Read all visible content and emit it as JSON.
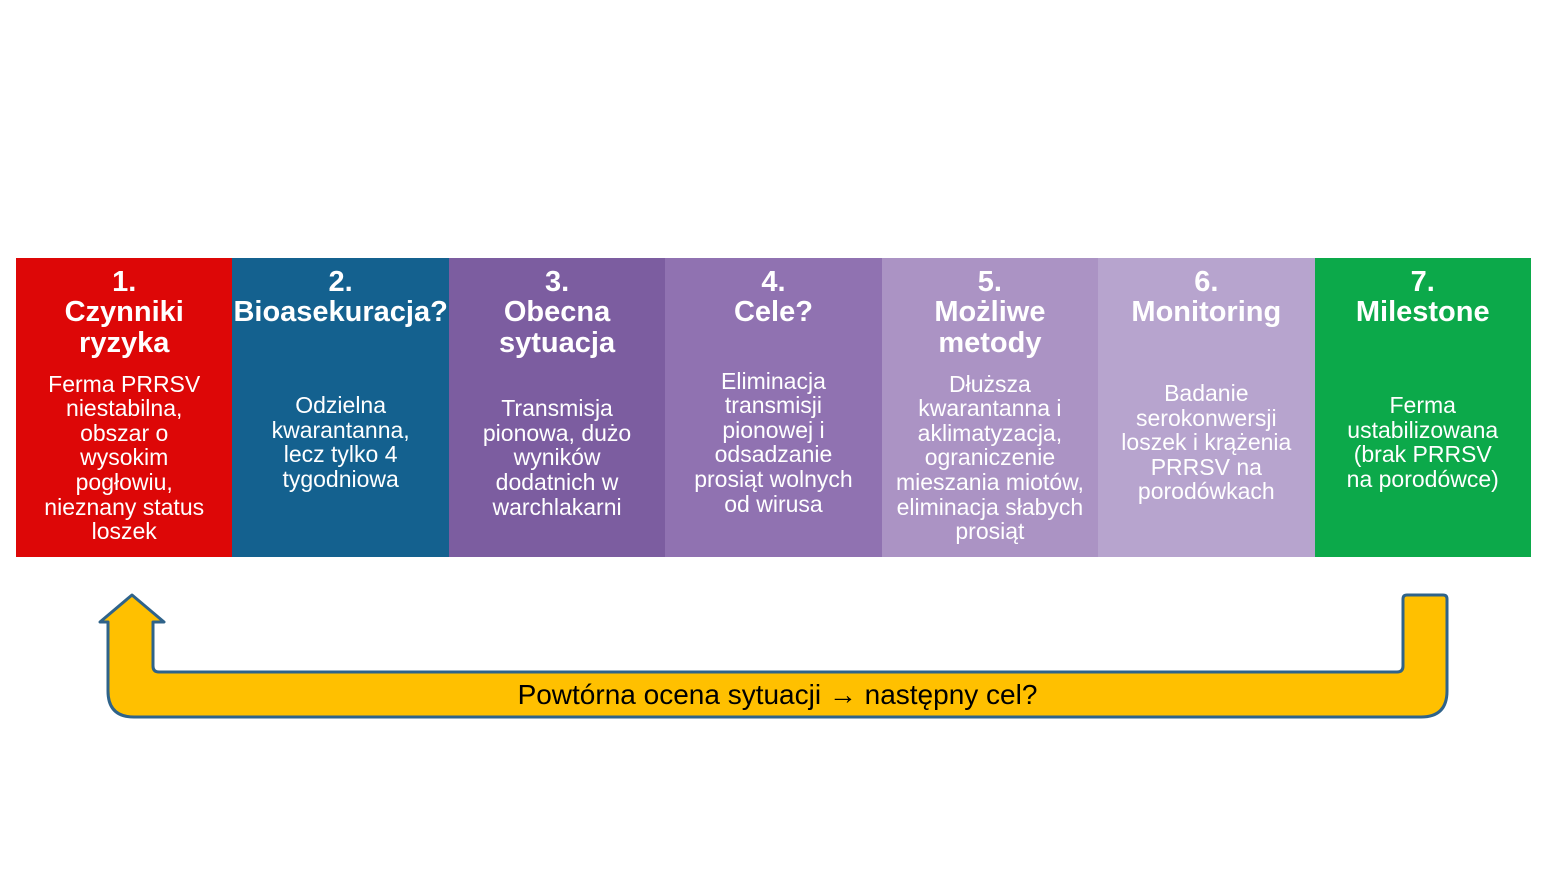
{
  "slide": {
    "background": "#FFFFFF",
    "steps": [
      {
        "number": "1.",
        "title": "Czynniki\nryzyka",
        "body": "Ferma PRRSV\nniestabilna,\nobszar o\nwysokim\npogłowiu,\nnieznany status\nloszek",
        "color": "#DD0707",
        "text_color": "#FFFFFF"
      },
      {
        "number": "2.",
        "title": "Bioasekuracja?",
        "body": "Odzielna\nkwarantanna,\nlecz tylko 4\ntygodniowa",
        "color": "#14618F",
        "text_color": "#FFFFFF"
      },
      {
        "number": "3.",
        "title": "Obecna\nsytuacja",
        "body": "Transmisja\npionowa, dużo\nwyników\ndodatnich w\nwarchlakarni",
        "color": "#7C5DA0",
        "text_color": "#FFFFFF"
      },
      {
        "number": "4.",
        "title": "Cele?",
        "body": "Eliminacja\ntransmisji\npionowej i\nodsadzanie\nprosiąt wolnych\nod wirusa",
        "color": "#9072B1",
        "text_color": "#FFFFFF"
      },
      {
        "number": "5.",
        "title": "Możliwe\nmetody",
        "body": "Dłuższa\nkwarantanna i\naklimatyzacja,\nograniczenie\nmieszania miotów,\neliminacja słabych\nprosiąt",
        "color": "#AB93C4",
        "text_color": "#FFFFFF"
      },
      {
        "number": "6.",
        "title": "Monitoring",
        "body": "Badanie\nserokonwersji\nloszek i krążenia\nPRRSV na\nporodówkach",
        "color": "#B7A4CE",
        "text_color": "#FFFFFF"
      },
      {
        "number": "7.",
        "title": "Milestone",
        "body": "Ferma\nustabilizowana\n(brak PRRSV\nna porodówce)",
        "color": "#0CA94A",
        "text_color": "#FFFFFF"
      }
    ],
    "arrow": {
      "label": "Powtórna ocena sytuacji → następny cel?",
      "fill": "#FFC000",
      "stroke": "#2F638A",
      "label_color": "#000000"
    }
  }
}
